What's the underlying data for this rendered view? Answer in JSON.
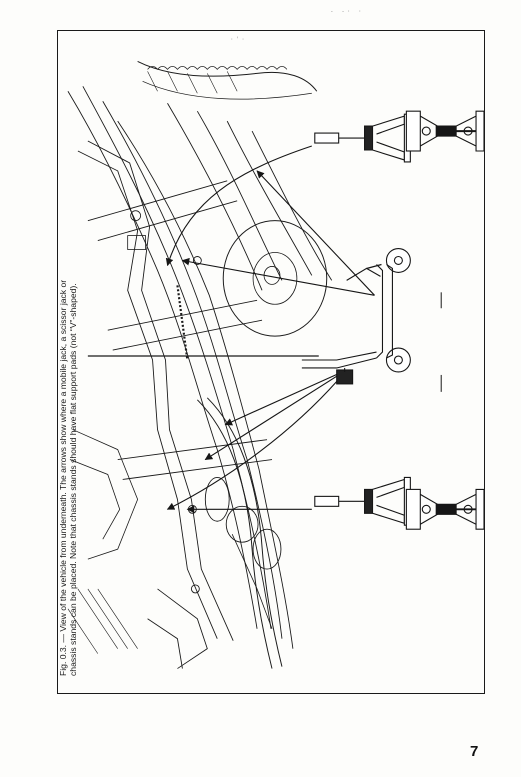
{
  "figure": {
    "caption_label": "Fig. 0.3. —",
    "caption_text": "View of the vehicle from underneath. The arrows show where a mobile jack, a scissor jack or chassis stands can be placed. Note that chassis stands should have flat support pads (not “V”-shaped).",
    "illustration": [
      "vehicle-underside-drawing",
      "chassis-stand",
      "scissor-jack",
      "mobile-jack"
    ]
  },
  "page": {
    "number": "7"
  },
  "colors": {
    "ink": "#161616",
    "paper": "#fdfdfb"
  }
}
